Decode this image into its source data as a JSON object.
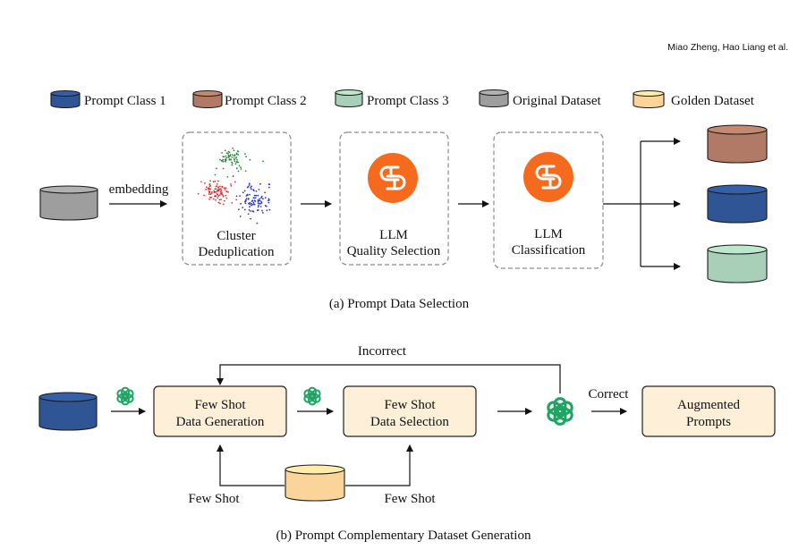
{
  "header": {
    "authors": "Miao Zheng, Hao Liang et al."
  },
  "colors": {
    "class1": "#2f5595",
    "class2": "#b07a66",
    "class3": "#a8cfb8",
    "original": "#9e9e9e",
    "golden": "#fbd49a",
    "llm_orange": "#f56a1d",
    "gpt_green": "#1fa463",
    "box_fill": "#fdefd8",
    "dashed": "#8a8a8a"
  },
  "legend": [
    {
      "label": "Prompt Class 1",
      "color": "#2f5595"
    },
    {
      "label": "Prompt Class 2",
      "color": "#b07a66"
    },
    {
      "label": "Prompt Class 3",
      "color": "#a8cfb8"
    },
    {
      "label": "Original Dataset",
      "color": "#9e9e9e"
    },
    {
      "label": "Golden Dataset",
      "color": "#fbd49a"
    }
  ],
  "part_a": {
    "caption": "(a) Prompt Data Selection",
    "embedding_label": "embedding",
    "cluster_line1": "Cluster",
    "cluster_line2": "Deduplication",
    "quality_line1": "LLM",
    "quality_line2": "Quality Selection",
    "classification_line1": "LLM",
    "classification_line2": "Classification",
    "icons": {
      "llm": "llm-logo-icon"
    }
  },
  "part_b": {
    "caption": "(b) Prompt Complementary Dataset Generation",
    "incorrect_label": "Incorrect",
    "correct_label": "Correct",
    "gen_line1": "Few Shot",
    "gen_line2": "Data Generation",
    "sel_line1": "Few Shot",
    "sel_line2": "Data Selection",
    "aug_line1": "Augmented",
    "aug_line2": "Prompts",
    "fewshot_left": "Few Shot",
    "fewshot_right": "Few Shot",
    "icons": {
      "gpt": "openai-logo-icon"
    }
  }
}
